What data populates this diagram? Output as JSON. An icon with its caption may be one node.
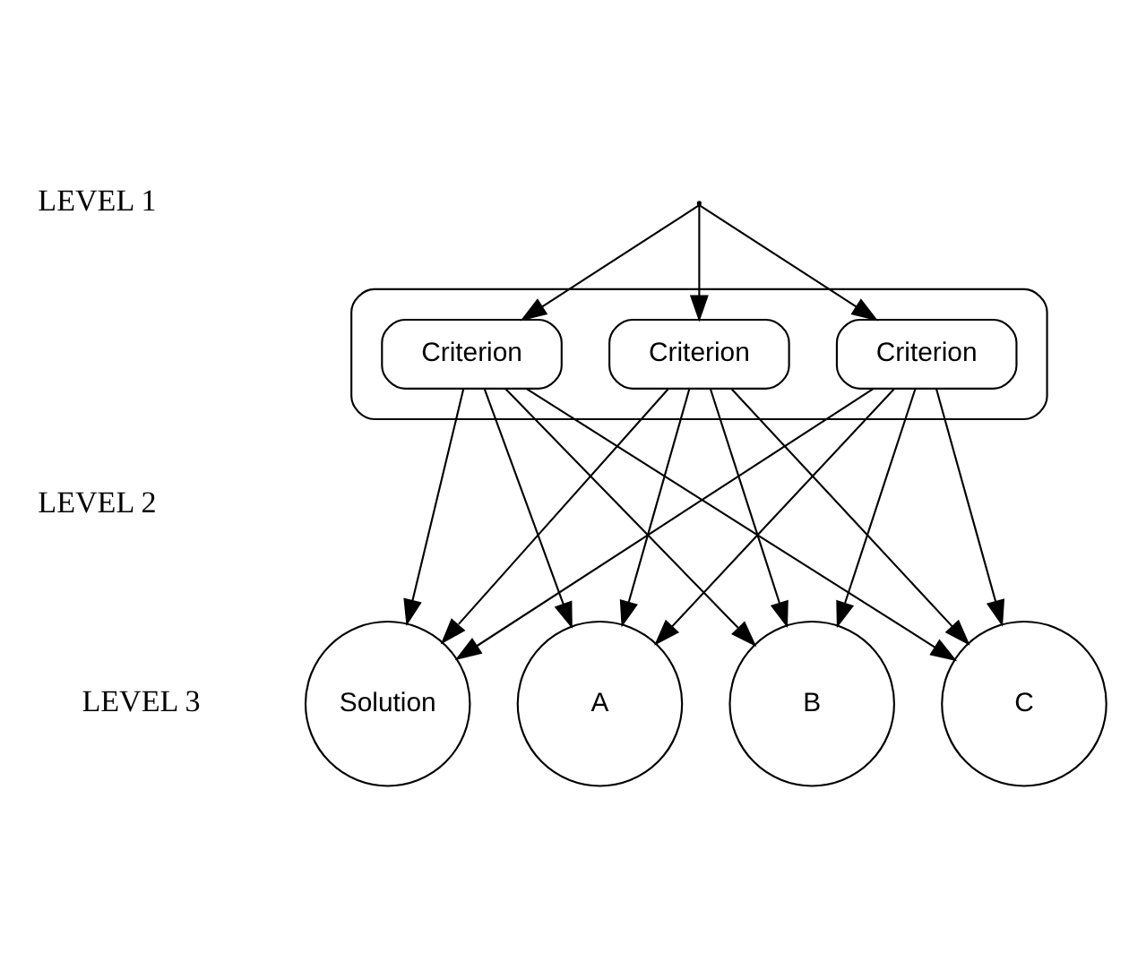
{
  "diagram": {
    "nodes": [
      {
        "text": [],
        "shape": "point"
      },
      {
        "text": [],
        "shape": "box"
      },
      {
        "text": [
          "Criterion"
        ],
        "in": 1
      },
      {
        "text": [
          "Criterion"
        ],
        "in": 1
      },
      {
        "text": [
          "Criterion"
        ],
        "in": 1
      },
      {
        "text": [
          "Solution"
        ]
      },
      {
        "text": [
          "A"
        ]
      },
      {
        "text": [
          "B"
        ]
      },
      {
        "text": [
          "C"
        ]
      }
    ],
    "edges": [
      {
        "from": 0,
        "to": 2,
        "arrow": "to"
      },
      {
        "from": 0,
        "to": 3,
        "arrow": "to"
      },
      {
        "from": 0,
        "to": 4,
        "arrow": "to"
      },
      {
        "from": 2,
        "to": 5,
        "arrow": "to"
      },
      {
        "from": 2,
        "to": 6,
        "arrow": "to"
      },
      {
        "from": 2,
        "to": 7,
        "arrow": "to"
      },
      {
        "from": 2,
        "to": 8,
        "arrow": "to"
      },
      {
        "from": 3,
        "to": 5,
        "arrow": "to"
      },
      {
        "from": 3,
        "to": 6,
        "arrow": "to"
      },
      {
        "from": 3,
        "to": 7,
        "arrow": "to"
      },
      {
        "from": 3,
        "to": 8,
        "arrow": "to"
      },
      {
        "from": 4,
        "to": 5,
        "arrow": "to"
      },
      {
        "from": 4,
        "to": 6,
        "arrow": "to"
      },
      {
        "from": 4,
        "to": 7,
        "arrow": "to"
      },
      {
        "from": 4,
        "to": 8,
        "arrow": "to"
      }
    ],
    "labels": [
      "LEVEL 1",
      "LEVEL 2",
      "LEVEL 3"
    ]
  }
}
